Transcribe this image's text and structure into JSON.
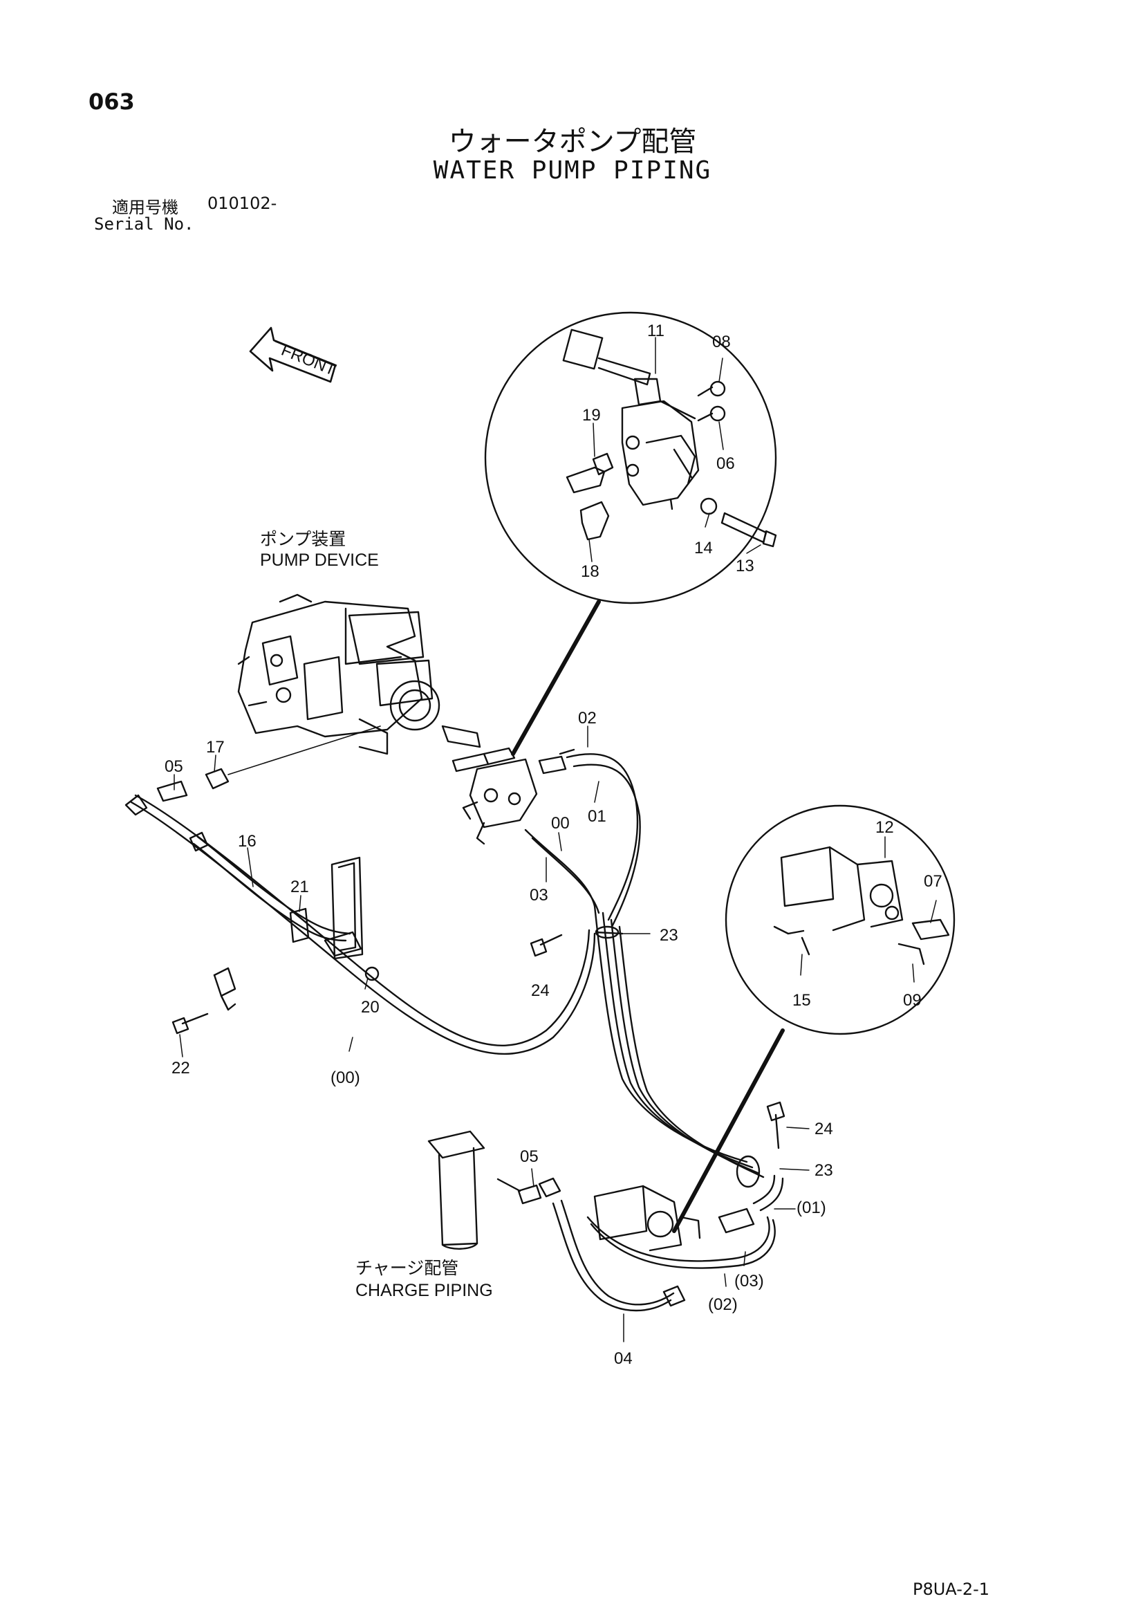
{
  "header": {
    "page_number": "063",
    "title_ja": "ウォータポンプ配管",
    "title_en": "WATER PUMP PIPING",
    "serial_label_ja": "適用号機",
    "serial_value": "010102-",
    "serial_label_en": "Serial No."
  },
  "annotations": {
    "front_arrow": "FRONT",
    "pump_device_ja": "ポンプ装置",
    "pump_device_en": "PUMP DEVICE",
    "charge_piping_ja": "チャージ配管",
    "charge_piping_en": "CHARGE PIPING"
  },
  "callouts": {
    "top_circle": [
      "11",
      "08",
      "19",
      "06",
      "14",
      "13",
      "18"
    ],
    "main": [
      "17",
      "05",
      "16",
      "21",
      "20",
      "22",
      "(00)",
      "02",
      "00",
      "01",
      "03",
      "23",
      "24"
    ],
    "right_circle": [
      "12",
      "07",
      "15",
      "09"
    ],
    "lower": [
      "24",
      "23",
      "(01)",
      "05",
      "(03)",
      "(02)",
      "04"
    ]
  },
  "footer": {
    "doc_code": "P8UA-2-1"
  }
}
